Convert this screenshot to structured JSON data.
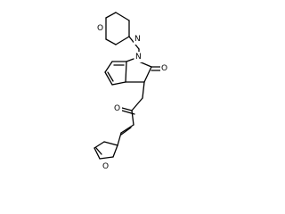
{
  "diagram": {
    "type": "chemical-structure",
    "atom_labels": {
      "morpholine_oxygen": "O",
      "morpholine_nitrogen": "N",
      "indolinone_nitrogen": "N",
      "lactam_oxygen": "O",
      "ketone_oxygen": "O",
      "furan_oxygen": "O"
    },
    "colors": {
      "bond": "#000000",
      "label": "#000000",
      "background": "#ffffff"
    }
  }
}
